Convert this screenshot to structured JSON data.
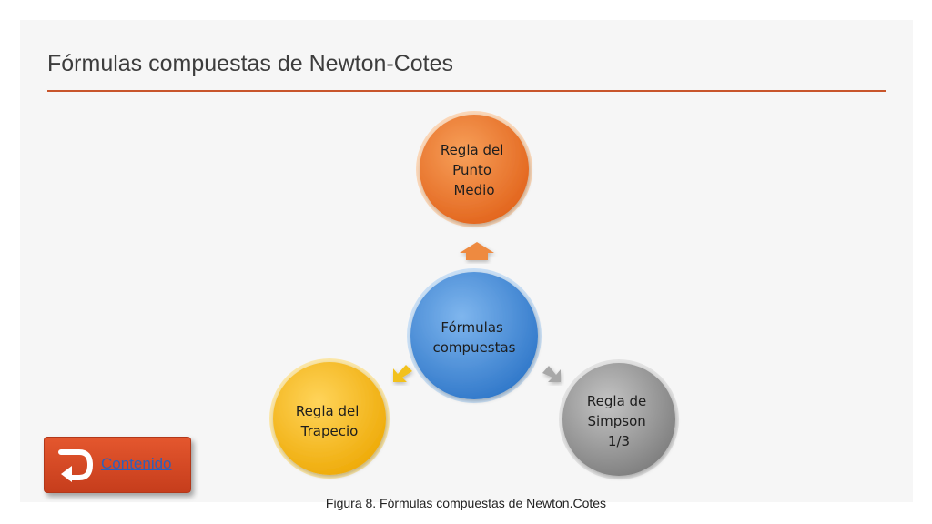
{
  "slide": {
    "title": "Fórmulas compuestas de Newton-Cotes",
    "caption": "Figura 8. Fórmulas compuestas de Newton.Cotes",
    "accent_color": "#c8552b"
  },
  "diagram": {
    "center": {
      "lines": [
        "Fórmulas",
        "compuestas"
      ],
      "color": "#4a90d9"
    },
    "nodes": [
      {
        "id": "punto-medio",
        "lines": [
          "Regla del",
          "Punto",
          "Medio"
        ],
        "color": "#ec7a2c"
      },
      {
        "id": "simpson",
        "lines": [
          "Regla de",
          "Simpson",
          "1/3"
        ],
        "color": "#9a9a9a"
      },
      {
        "id": "trapecio",
        "lines": [
          "Regla del",
          "Trapecio"
        ],
        "color": "#f3b81b"
      }
    ]
  },
  "nav": {
    "back_label": "Contenido",
    "back_icon": "return-arrow-icon"
  }
}
